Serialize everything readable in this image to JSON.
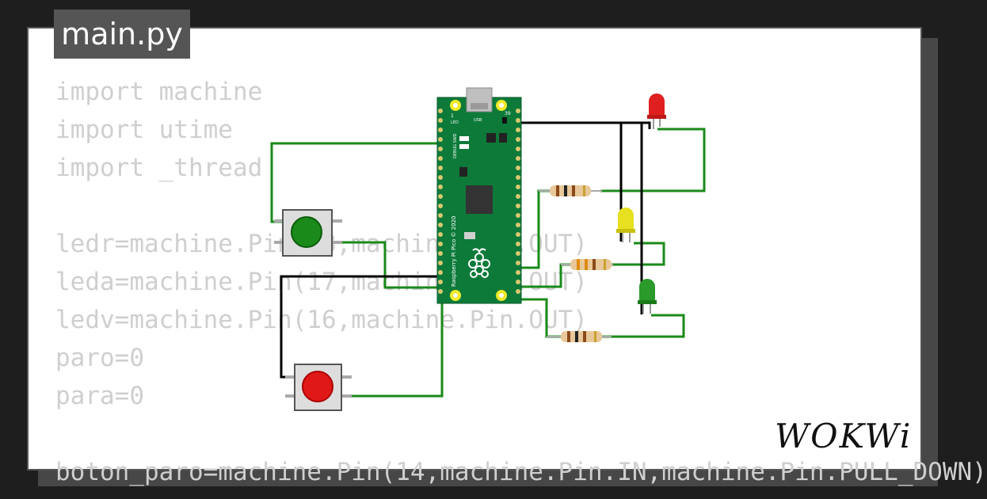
{
  "file_tab": {
    "label": "main.py"
  },
  "code_lines": [
    "import machine",
    "import utime",
    "import _thread",
    "",
    "ledr=machine.Pin(18,machine.Pin.OUT)",
    "leda=machine.Pin(17,machine.Pin.OUT)",
    "ledv=machine.Pin(16,machine.Pin.OUT)",
    "paro=0",
    "para=0",
    "",
    "boton_paro=machine.Pin(14,machine.Pin.IN,machine.Pin.PULL_DOWN)"
  ],
  "board": {
    "name": "Raspberry Pi Pico © 2020",
    "usb_label": "USB",
    "led_label": "LED",
    "debug_label": "DEBUG SWD",
    "pin_top_left": "1",
    "pin_top_right": "39"
  },
  "components": {
    "buttons": [
      "green",
      "red"
    ],
    "leds": [
      "red",
      "yellow",
      "green"
    ],
    "resistor_count": 3
  },
  "colors": {
    "wire_green": "#1a8a1a",
    "wire_black": "#000000",
    "board_green": "#0d7a3a",
    "led_red": "#e02020",
    "led_yellow": "#e6e020",
    "led_green": "#2a9a2a"
  },
  "brand": {
    "logo_text": "WOKWi"
  }
}
